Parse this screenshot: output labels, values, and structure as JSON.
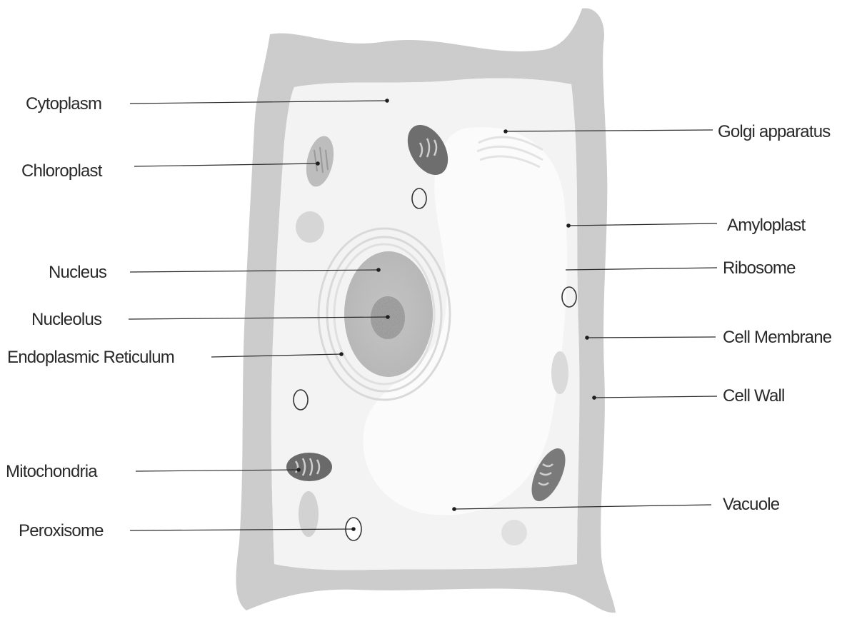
{
  "labels": {
    "cytoplasm": "Cytoplasm",
    "chloroplast": "Chloroplast",
    "nucleus": "Nucleus",
    "nucleolus": "Nucleolus",
    "er": "Endoplasmic Reticulum",
    "mitochondria": "Mitochondria",
    "peroxisome": "Peroxisome",
    "golgi": "Golgi apparatus",
    "amyloplast": "Amyloplast",
    "ribosome": "Ribosome",
    "cell_membrane": "Cell Membrane",
    "cell_wall": "Cell Wall",
    "vacuole": "Vacuole"
  }
}
